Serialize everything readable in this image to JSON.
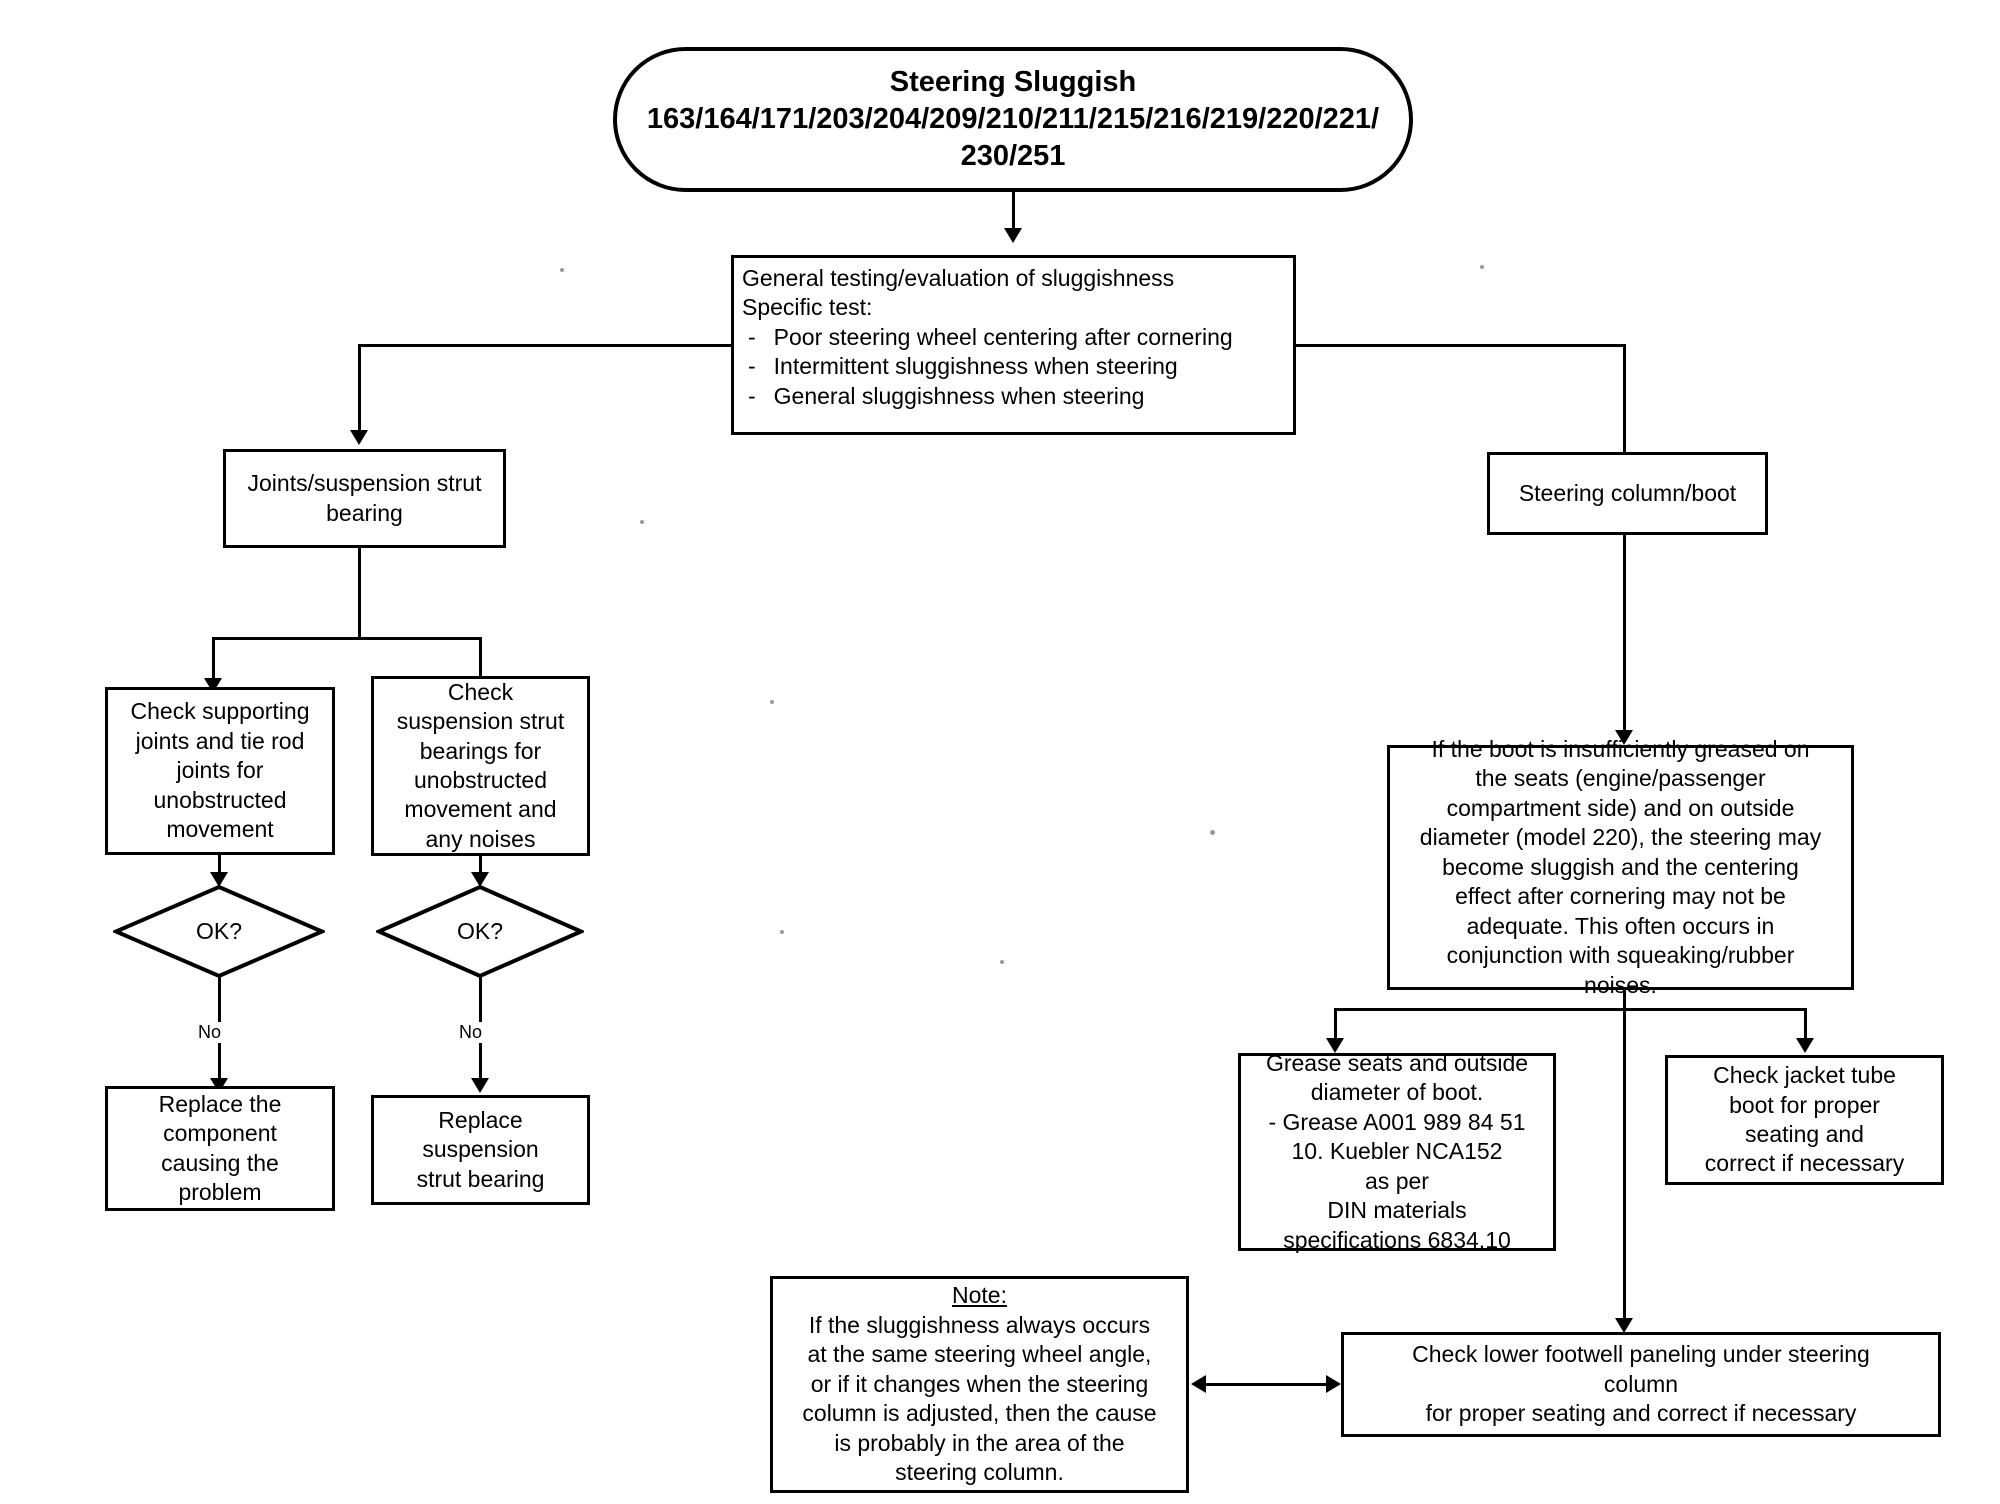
{
  "diagram": {
    "title_node": {
      "heading": "Steering Sluggish",
      "codes_line1": "163/164/171/203/204/209/210/211/215/216/219/220/221/",
      "codes_line2": "230/251"
    },
    "general_test": {
      "line1": "General testing/evaluation of sluggishness",
      "line2": "Specific test:",
      "bullet1": "Poor steering wheel centering after cornering",
      "bullet2": "Intermittent sluggishness when steering",
      "bullet3": "General sluggishness when steering",
      "bullet_marker": "-"
    },
    "joints_branch": {
      "header": "Joints/suspension strut\nbearing",
      "check_joints": "Check supporting\njoints and tie rod\njoints for\nunobstructed\nmovement",
      "check_bearings": "Check\nsuspension strut\nbearings for\nunobstructed\nmovement and\nany noises",
      "decision_left": "OK?",
      "decision_right": "OK?",
      "edge_label_left": "No",
      "edge_label_right": "No",
      "replace_component": "Replace the\ncomponent\ncausing the\nproblem",
      "replace_bearing": "Replace\nsuspension\nstrut bearing"
    },
    "column_branch": {
      "header": "Steering column/boot",
      "boot_info": "If the boot is insufficiently greased on\nthe seats (engine/passenger\ncompartment side) and on outside\ndiameter (model 220), the steering may\nbecome sluggish and the centering\neffect after cornering may not be\nadequate. This often occurs in\nconjunction with squeaking/rubber\nnoises.",
      "grease_seats": "Grease seats and outside\ndiameter of boot.\n- Grease A001 989 84 51\n 10.        Kuebler NCA152\nas per\nDIN materials\nspecifications 6834.10",
      "jacket_tube": "Check jacket tube\nboot for proper\nseating and\ncorrect if necessary",
      "footwell": "Check lower footwell paneling under steering\ncolumn\nfor proper seating and correct if necessary"
    },
    "note_box": {
      "title": "Note:",
      "body": "If the sluggishness always occurs\nat the same steering wheel angle,\nor if it changes when the steering\ncolumn is adjusted, then the cause\nis probably in the area of the\nsteering column."
    }
  }
}
